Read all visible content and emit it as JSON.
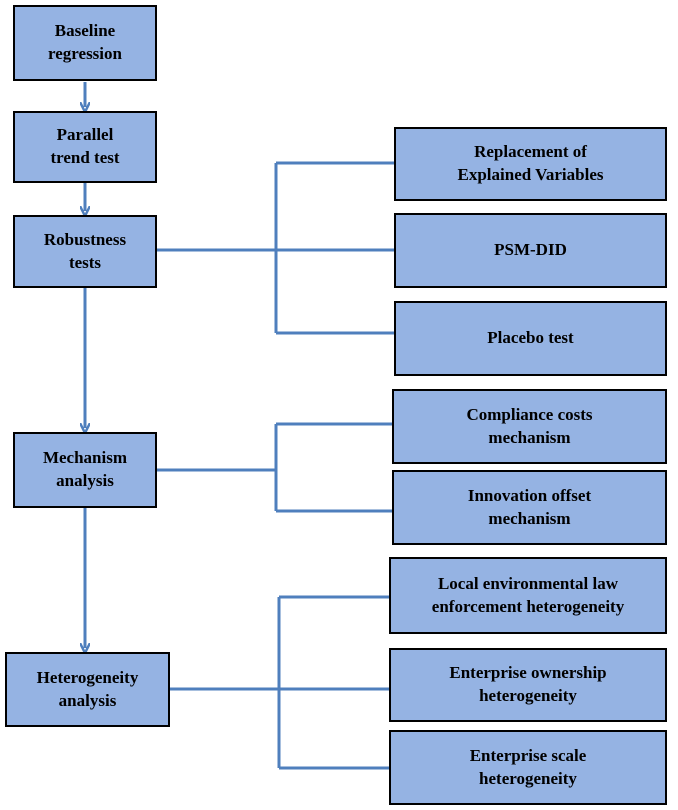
{
  "colors": {
    "box_fill": "#95b3e3",
    "box_border": "#000000",
    "connector": "#4f7fbd"
  },
  "flowchart": {
    "baseline": "Baseline\nregression",
    "parallel": "Parallel\ntrend test",
    "robustness": "Robustness\ntests",
    "mechanism": "Mechanism\nanalysis",
    "heterogeneity": "Heterogeneity\nanalysis",
    "robustness_items": [
      "Replacement of\nExplained Variables",
      "PSM-DID",
      "Placebo test"
    ],
    "mechanism_items": [
      "Compliance costs\nmechanism",
      "Innovation offset\nmechanism"
    ],
    "heterogeneity_items": [
      "Local environmental law\nenforcement heterogeneity",
      "Enterprise ownership\nheterogeneity",
      "Enterprise scale\nheterogeneity"
    ]
  }
}
